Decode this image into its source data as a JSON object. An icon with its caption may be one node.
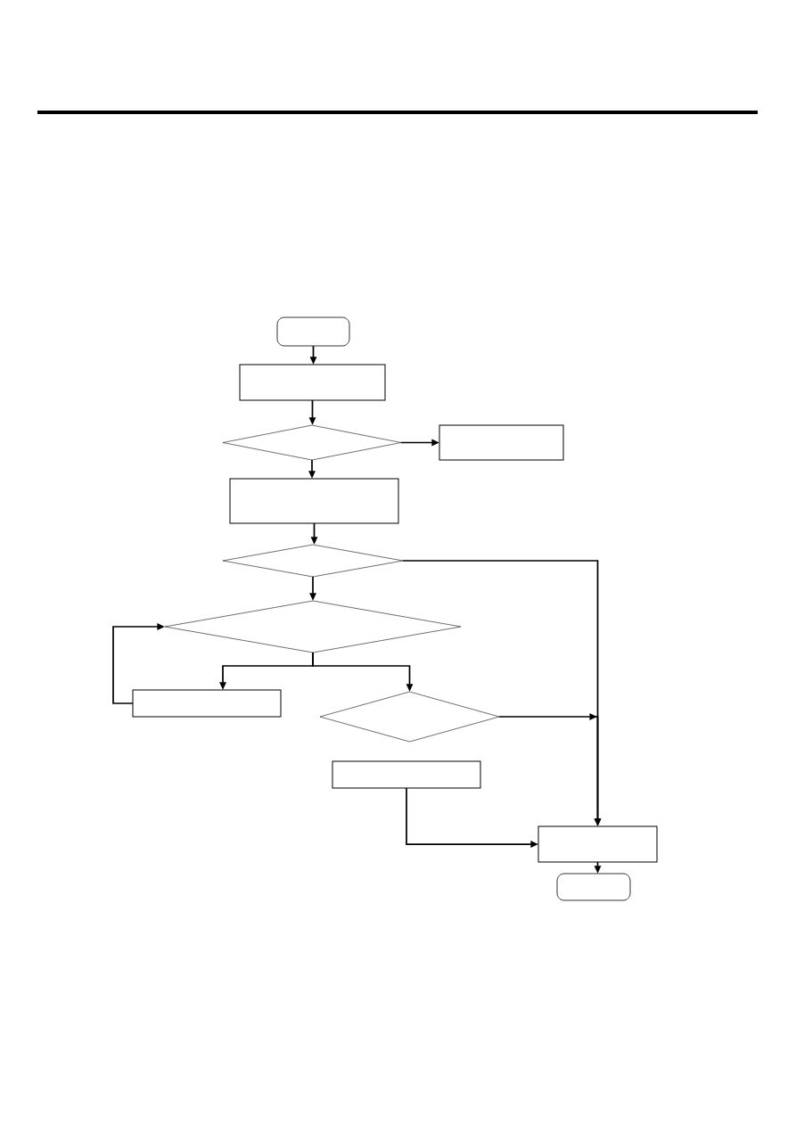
{
  "diagram": {
    "nodes": [
      {
        "text": [],
        "shape": "terminal"
      },
      {
        "text": [],
        "shape": "box"
      },
      {
        "text": [],
        "shape": "diamond"
      },
      {
        "text": [],
        "shape": "box"
      },
      {
        "text": [],
        "shape": "box"
      },
      {
        "text": [],
        "shape": "diamond"
      },
      {
        "text": [],
        "shape": "diamond"
      },
      {
        "text": [],
        "shape": "box"
      },
      {
        "text": [],
        "shape": "diamond"
      },
      {
        "text": [],
        "shape": "box"
      },
      {
        "text": [],
        "shape": "box"
      },
      {
        "text": [],
        "shape": "terminal"
      }
    ],
    "edges": [
      {
        "from": 0,
        "to": 1,
        "arrow": "to"
      },
      {
        "from": 1,
        "to": 2,
        "arrow": "to"
      },
      {
        "from": 2,
        "to": 3,
        "arrow": "to"
      },
      {
        "from": 2,
        "to": 4,
        "arrow": "to"
      },
      {
        "from": 4,
        "to": 5,
        "arrow": "to"
      },
      {
        "from": 5,
        "to": 10,
        "arrow": "to"
      },
      {
        "from": 5,
        "to": 6,
        "arrow": "to"
      },
      {
        "from": 6,
        "to": 7,
        "arrow": "to"
      },
      {
        "from": 6,
        "to": 8,
        "arrow": "to"
      },
      {
        "from": 7,
        "to": 6,
        "arrow": "to"
      },
      {
        "from": 8,
        "to": 10,
        "arrow": "to"
      },
      {
        "from": 9,
        "to": 10,
        "arrow": "to"
      },
      {
        "from": 10,
        "to": 11,
        "arrow": "to"
      }
    ]
  }
}
